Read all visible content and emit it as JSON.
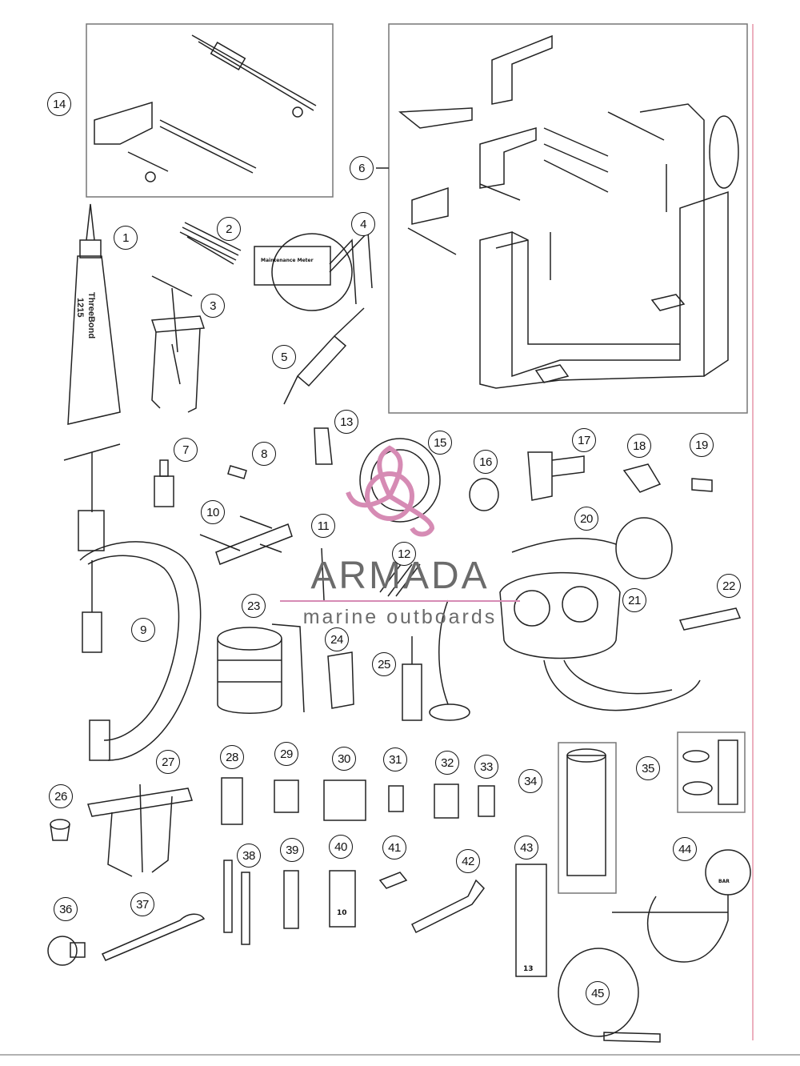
{
  "watermark": {
    "brand": "ARMADA",
    "tagline": "marine outboards",
    "accent_color": "#d68bb4",
    "text_color": "#6b6b6b"
  },
  "part_callouts": [
    "1",
    "2",
    "3",
    "4",
    "5",
    "6",
    "7",
    "8",
    "9",
    "10",
    "11",
    "12",
    "13",
    "14",
    "15",
    "16",
    "17",
    "18",
    "19",
    "20",
    "21",
    "22",
    "23",
    "24",
    "25",
    "26",
    "27",
    "28",
    "29",
    "30",
    "31",
    "32",
    "33",
    "34",
    "35",
    "36",
    "37",
    "38",
    "39",
    "40",
    "41",
    "42",
    "43",
    "44",
    "45"
  ],
  "labels": {
    "tube_brand": "ThreeBond",
    "tube_code": "1215",
    "meter_title": "Maintenance Meter",
    "socket_10": "10",
    "socket_13": "13",
    "gauge_unit": "BAR"
  },
  "icons": [
    "watermark-logo-icon"
  ]
}
